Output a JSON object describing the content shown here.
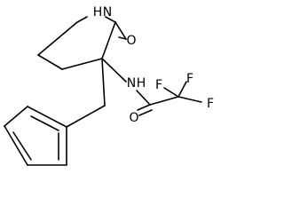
{
  "molecule": {
    "atoms": {
      "ring_nitrogen": "N",
      "ring_nitrogen_h": "H",
      "carbonyl_oxygen": "O",
      "amide_nitrogen": "N",
      "amide_nitrogen_h": "H",
      "amide_oxygen": "O",
      "fluorine_top_left": "F",
      "fluorine_top_right": "F",
      "fluorine_right": "F"
    },
    "colors": {
      "bond": "#000000",
      "text": "#000000",
      "background": "#ffffff"
    }
  }
}
